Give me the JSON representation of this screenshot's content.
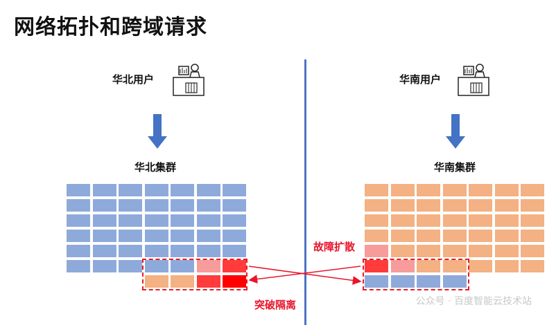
{
  "title": "网络拓扑和跨域请求",
  "north": {
    "user_label": "华北用户",
    "cluster_label": "华北集群"
  },
  "south": {
    "user_label": "华南用户",
    "cluster_label": "华南集群"
  },
  "annotations": {
    "fault_spread": "故障扩散",
    "break_isolation": "突破隔离"
  },
  "watermark": "公众号 · 百度智能云技术站",
  "colors": {
    "blue": "#8eaadb",
    "orange": "#f4b183",
    "pink": "#f79b9b",
    "red": "#ff3b3b",
    "deep_red": "#ff0000",
    "divider": "#4b73c5",
    "arrow": "#4472c4"
  }
}
